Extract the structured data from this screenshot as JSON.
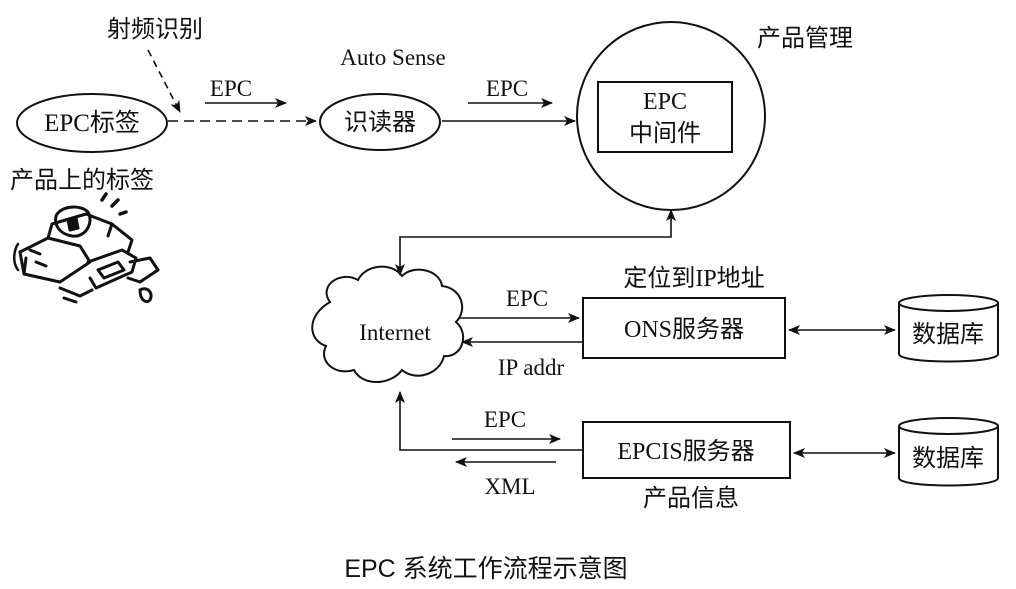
{
  "labels": {
    "rfid": "射频识别",
    "auto_sense": "Auto Sense",
    "product_mgmt": "产品管理",
    "epc_tag": "EPC标签",
    "tag_on_product": "产品上的标签",
    "reader": "识读器",
    "middleware_line1": "EPC",
    "middleware_line2": "中间件",
    "edge_epc_tag_reader": "EPC",
    "edge_epc_reader_mw": "EPC",
    "internet": "Internet",
    "locate_ip": "定位到IP地址",
    "ons_server": "ONS服务器",
    "edge_epc_ons": "EPC",
    "edge_ipaddr": "IP addr",
    "database_1": "数据库",
    "epcis_server": "EPCIS服务器",
    "edge_epc_epcis": "EPC",
    "edge_xml": "XML",
    "product_info": "产品信息",
    "database_2": "数据库",
    "caption": "EPC 系统工作流程示意图"
  },
  "colors": {
    "ink": "#111111",
    "background": "#ffffff"
  }
}
